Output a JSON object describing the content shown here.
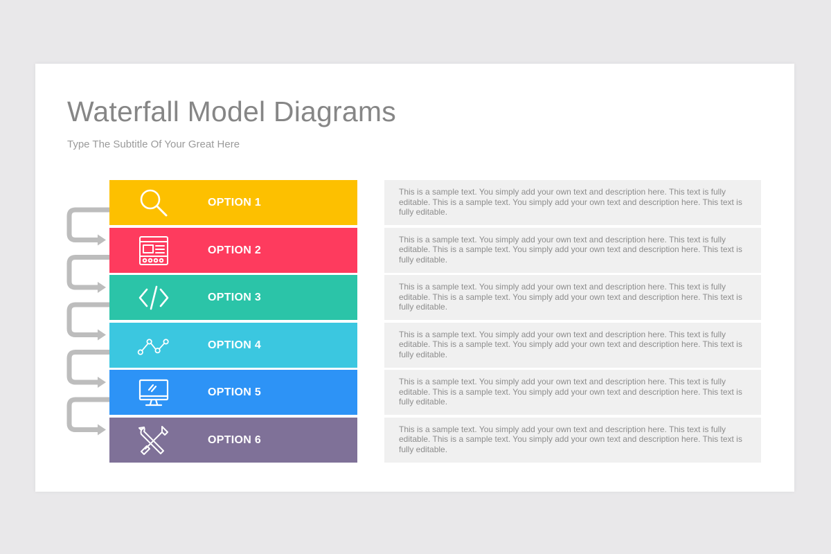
{
  "slide": {
    "title": "Waterfall Model Diagrams",
    "subtitle": "Type The Subtitle Of Your Great Here"
  },
  "colors": {
    "background": "#e9e8ea",
    "connector": "#bdbdbd",
    "description_box": "#f0f0f0"
  },
  "options": [
    {
      "label": "OPTION 1",
      "color": "#fdc000",
      "icon": "search-icon",
      "description": "This is a sample text. You simply add your own text and description here. This text is fully editable. This is a sample text. You simply add your own text and description here. This text is fully editable."
    },
    {
      "label": "OPTION 2",
      "color": "#fe3b5e",
      "icon": "browser-window-icon",
      "description": "This is a sample text. You simply add your own text and description here. This text is fully editable. This is a sample text. You simply add your own text and description here. This text is fully editable."
    },
    {
      "label": "OPTION 3",
      "color": "#2bc4a8",
      "icon": "code-icon",
      "description": "This is a sample text. You simply add your own text and description here. This text is fully editable. This is a sample text. You simply add your own text and description here. This text is fully editable."
    },
    {
      "label": "OPTION 4",
      "color": "#3bc7e0",
      "icon": "line-chart-icon",
      "description": "This is a sample text. You simply add your own text and description here. This text is fully editable. This is a sample text. You simply add your own text and description here. This text is fully editable."
    },
    {
      "label": "OPTION 5",
      "color": "#2d93f6",
      "icon": "monitor-icon",
      "description": "This is a sample text. You simply add your own text and description here. This text is fully editable. This is a sample text. You simply add your own text and description here. This text is fully editable."
    },
    {
      "label": "OPTION 6",
      "color": "#7f7198",
      "icon": "tools-icon",
      "description": "This is a sample text. You simply add your own text and description here. This text is fully editable. This is a sample text. You simply add your own text and description here. This text is fully editable."
    }
  ]
}
